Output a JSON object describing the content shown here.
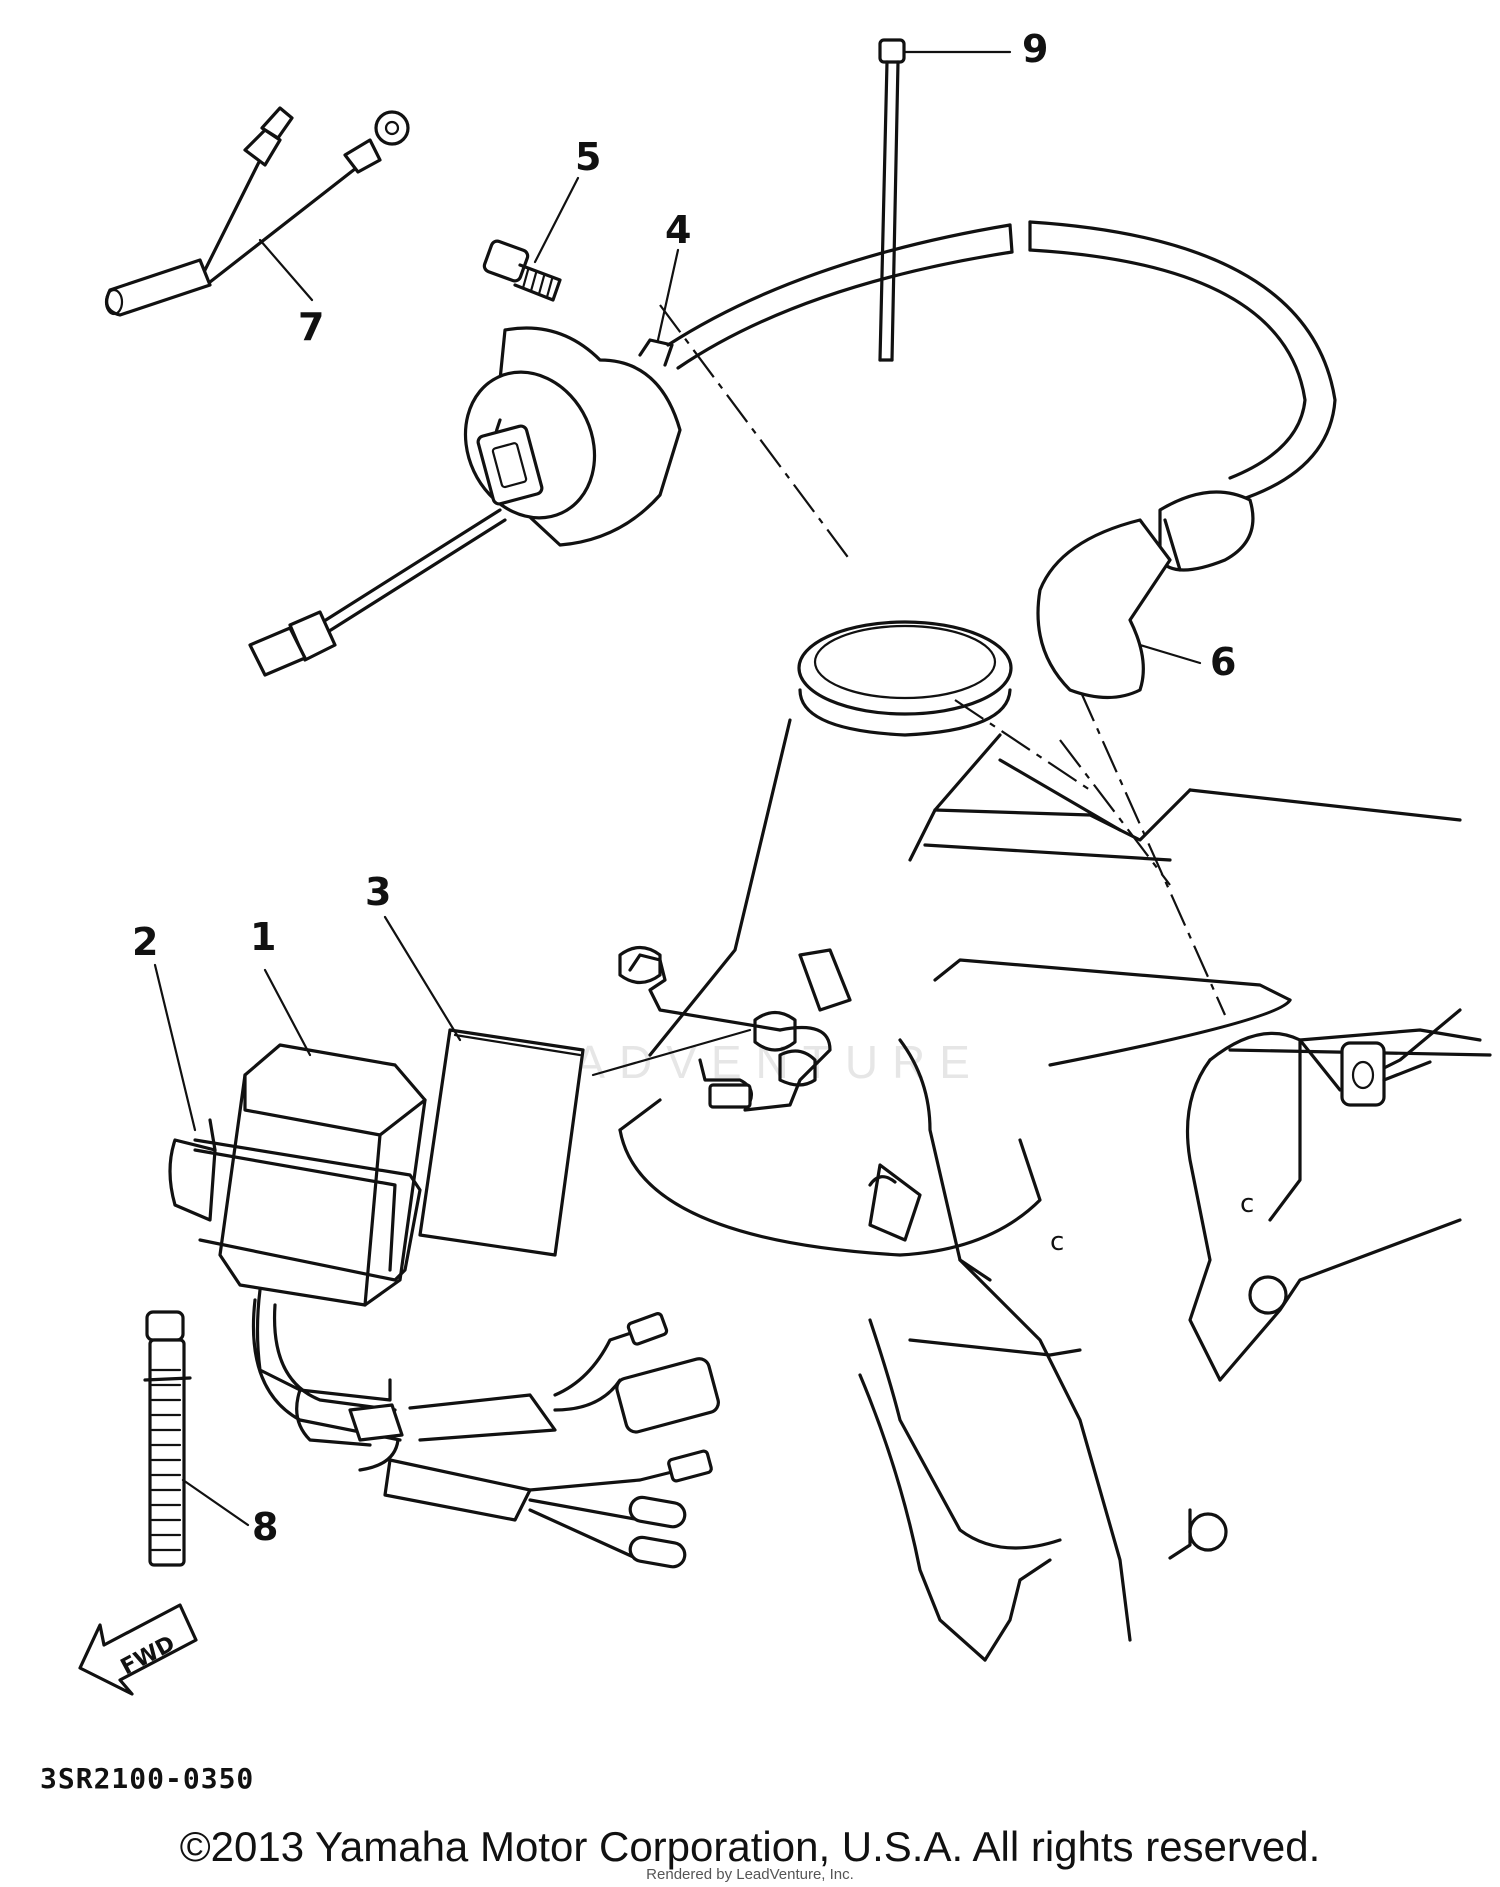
{
  "callouts": [
    {
      "id": "1",
      "label": "1"
    },
    {
      "id": "2",
      "label": "2"
    },
    {
      "id": "3",
      "label": "3"
    },
    {
      "id": "4",
      "label": "4"
    },
    {
      "id": "5",
      "label": "5"
    },
    {
      "id": "6",
      "label": "6"
    },
    {
      "id": "7",
      "label": "7"
    },
    {
      "id": "8",
      "label": "8"
    },
    {
      "id": "9",
      "label": "9"
    }
  ],
  "direction_arrow": "FWD",
  "drawing_number": "3SR2100-0350",
  "copyright": "©2013 Yamaha Motor Corporation, U.S.A. All rights reserved.",
  "rendered_by": "Rendered by LeadVenture, Inc.",
  "watermark": "LEADVENTURE",
  "colors": {
    "line": "#111111",
    "background": "#ffffff"
  }
}
